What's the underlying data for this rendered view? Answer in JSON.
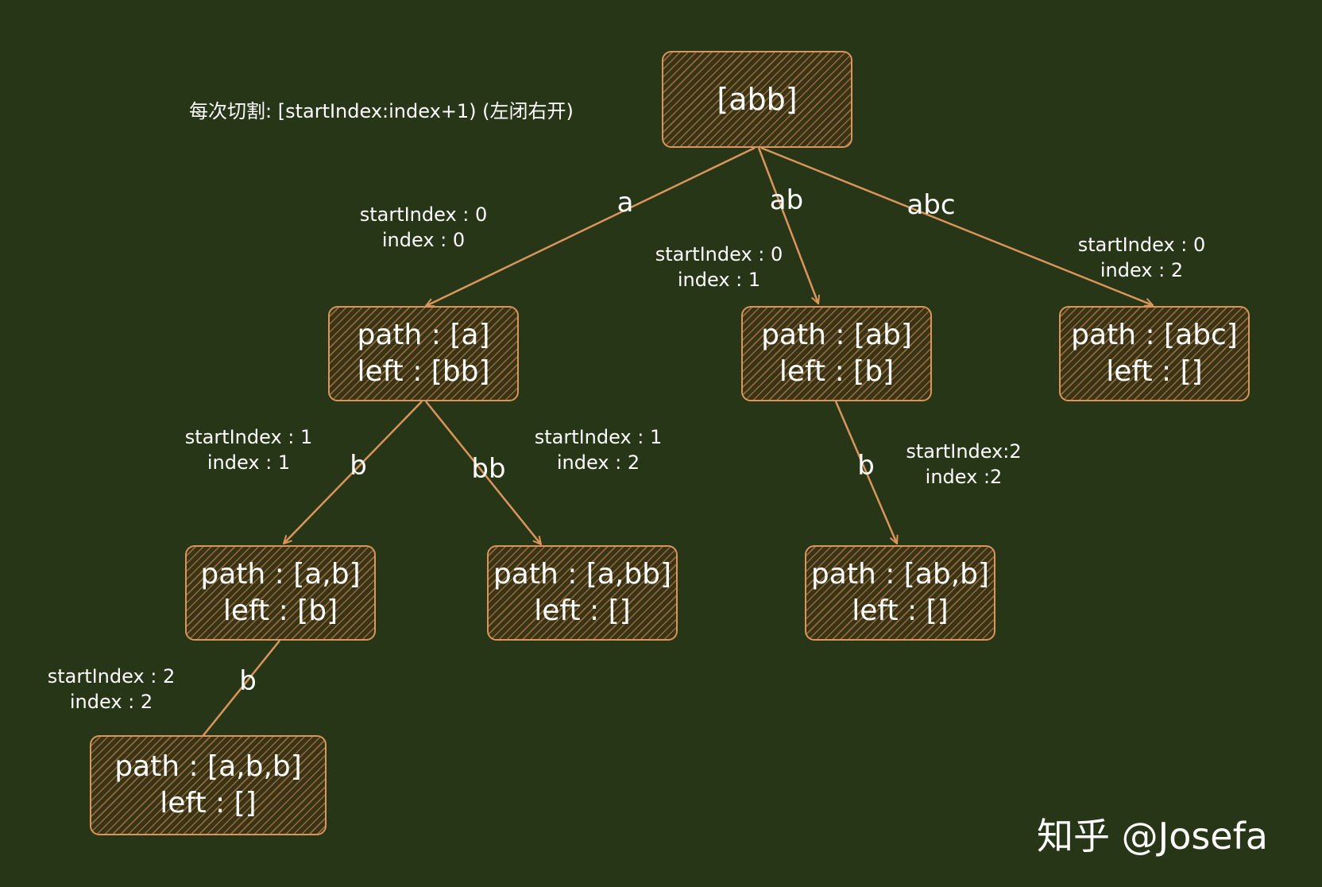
{
  "note": "每次切割: [startIndex:index+1) (左闭右开)",
  "watermark": "知乎 @Josefa",
  "nodes": {
    "root": {
      "line1": "[abb]"
    },
    "a": {
      "line1": "path : [a]",
      "line2": "left : [bb]"
    },
    "ab": {
      "line1": "path : [ab]",
      "line2": "left : [b]"
    },
    "abc": {
      "line1": "path : [abc]",
      "line2": "left : []"
    },
    "a_b": {
      "line1": "path : [a,b]",
      "line2": "left : [b]"
    },
    "a_bb": {
      "line1": "path : [a,bb]",
      "line2": "left : []"
    },
    "ab_b": {
      "line1": "path : [ab,b]",
      "line2": "left : []"
    },
    "a_b_b": {
      "line1": "path : [a,b,b]",
      "line2": "left : []"
    }
  },
  "edges": {
    "root_a": {
      "label": "a",
      "annot1": "startIndex : 0",
      "annot2": "index : 0"
    },
    "root_ab": {
      "label": "ab",
      "annot1": "startIndex : 0",
      "annot2": "index : 1"
    },
    "root_abc": {
      "label": "abc",
      "annot1": "startIndex : 0",
      "annot2": "index : 2"
    },
    "a_b": {
      "label": "b",
      "annot1": "startIndex : 1",
      "annot2": "index : 1"
    },
    "a_bb": {
      "label": "bb",
      "annot1": "startIndex : 1",
      "annot2": "index : 2"
    },
    "ab_b": {
      "label": "b",
      "annot1": "startIndex:2",
      "annot2": "index :2"
    },
    "a_b_b": {
      "label": "b",
      "annot1": "startIndex : 2",
      "annot2": "index : 2"
    }
  },
  "colors": {
    "background": "#283618",
    "accent": "#d9955b",
    "text": "#ffffff"
  }
}
